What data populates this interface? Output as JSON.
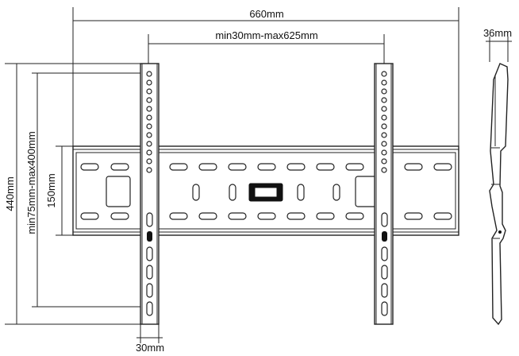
{
  "dimensions": {
    "overall_width": "660mm",
    "arm_spacing": "min30mm-max625mm",
    "depth": "36mm",
    "overall_height": "440mm",
    "vertical_range": "min75mm-max400mm",
    "plate_height": "150mm",
    "arm_width": "30mm"
  }
}
